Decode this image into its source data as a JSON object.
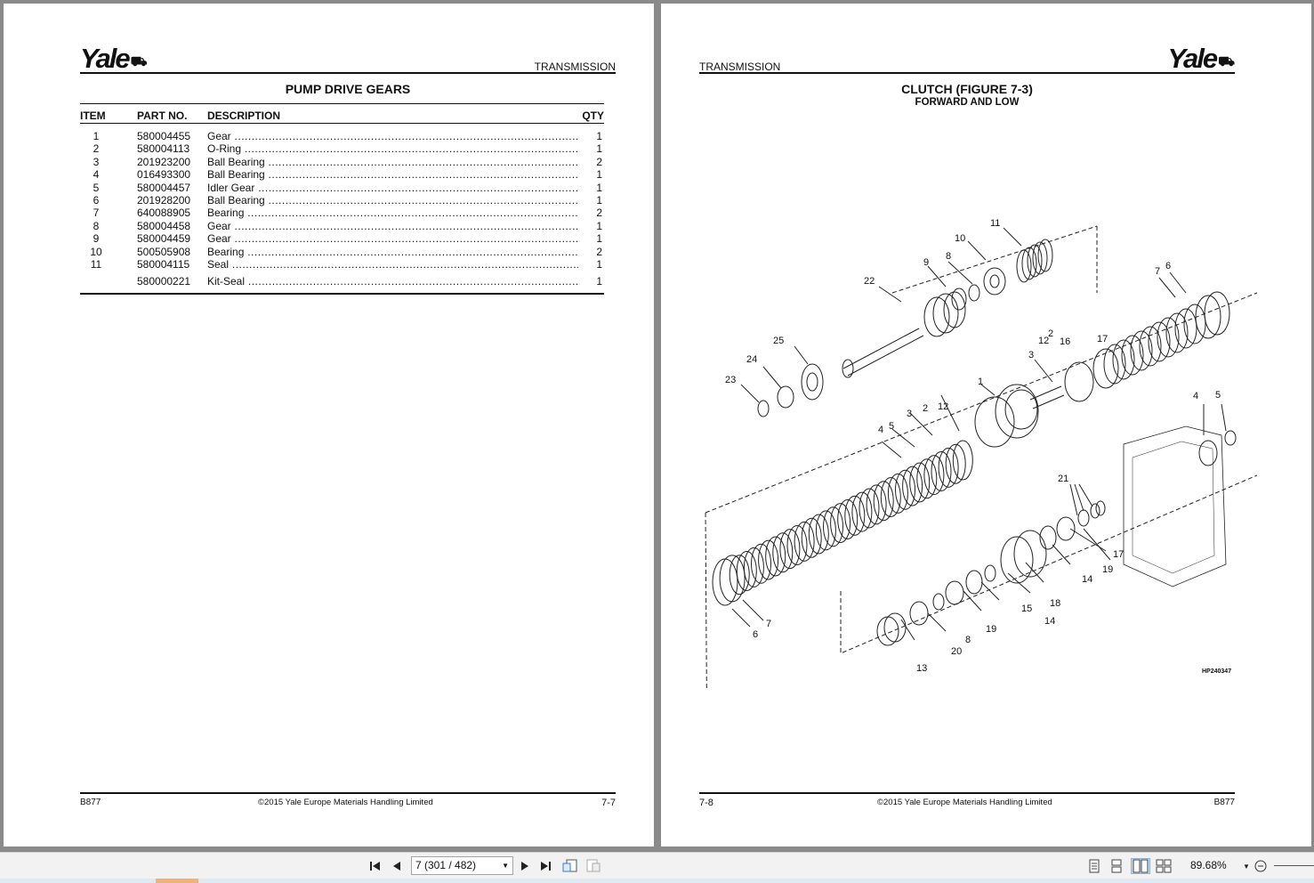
{
  "left_page": {
    "logo_text": "Yale",
    "section_title": "TRANSMISSION",
    "title": "PUMP DRIVE GEARS",
    "columns": {
      "item": "ITEM",
      "part_no": "PART NO.",
      "description": "DESCRIPTION",
      "qty": "QTY"
    },
    "rows": [
      {
        "item": "1",
        "part_no": "580004455",
        "description": "Gear",
        "qty": "1"
      },
      {
        "item": "2",
        "part_no": "580004113",
        "description": "O-Ring",
        "qty": "1"
      },
      {
        "item": "3",
        "part_no": "201923200",
        "description": "Ball Bearing",
        "qty": "2"
      },
      {
        "item": "4",
        "part_no": "016493300",
        "description": "Ball Bearing",
        "qty": "1"
      },
      {
        "item": "5",
        "part_no": "580004457",
        "description": "Idler Gear",
        "qty": "1"
      },
      {
        "item": "6",
        "part_no": "201928200",
        "description": "Ball Bearing",
        "qty": "1"
      },
      {
        "item": "7",
        "part_no": "640088905",
        "description": "Bearing",
        "qty": "2"
      },
      {
        "item": "8",
        "part_no": "580004458",
        "description": "Gear",
        "qty": "1"
      },
      {
        "item": "9",
        "part_no": "580004459",
        "description": "Gear",
        "qty": "1"
      },
      {
        "item": "10",
        "part_no": "500505908",
        "description": "Bearing",
        "qty": "2"
      },
      {
        "item": "11",
        "part_no": "580004115",
        "description": "Seal",
        "qty": "1"
      }
    ],
    "kit_row": {
      "item": "",
      "part_no": "580000221",
      "description": "Kit-Seal",
      "qty": "1"
    },
    "footer_left": "B877",
    "footer_center": "©2015 Yale Europe Materials Handling Limited",
    "footer_right": "7-7"
  },
  "right_page": {
    "logo_text": "Yale",
    "section_title": "TRANSMISSION",
    "title": "CLUTCH (FIGURE 7-3)",
    "subtitle": "FORWARD AND LOW",
    "figure_id": "HP240347",
    "callouts": [
      "11",
      "10",
      "9",
      "8",
      "22",
      "25",
      "24",
      "23",
      "6",
      "7",
      "4",
      "5",
      "3",
      "2",
      "12",
      "1",
      "16",
      "17",
      "12",
      "2",
      "3",
      "5",
      "4",
      "21",
      "17",
      "19",
      "14",
      "18",
      "14",
      "15",
      "19",
      "8",
      "20",
      "13",
      "7",
      "6"
    ],
    "footer_left": "7-8",
    "footer_center": "©2015 Yale Europe Materials Handling Limited",
    "footer_right": "B877"
  },
  "toolbar": {
    "page_selector_value": "7 (301 / 482)",
    "zoom_value": "89.68%",
    "icons": {
      "first": "first-page-icon",
      "prev": "previous-page-icon",
      "next": "next-page-icon",
      "last": "last-page-icon",
      "back": "previous-view-icon",
      "forward": "next-view-icon",
      "single": "single-page-view-icon",
      "continuous": "continuous-view-icon",
      "facing": "facing-pages-view-icon",
      "facing_cont": "continuous-facing-view-icon",
      "zoom_out": "zoom-out-icon"
    },
    "accent_color": "#c9dff5"
  }
}
